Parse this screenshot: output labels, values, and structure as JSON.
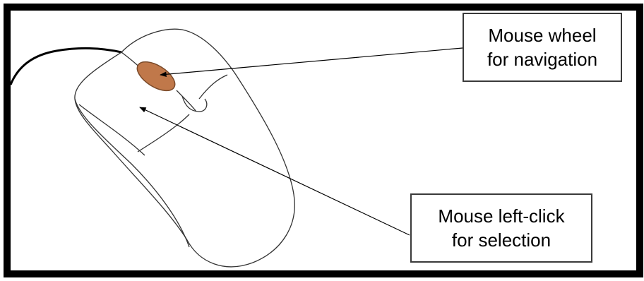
{
  "callouts": {
    "wheel": {
      "line1": "Mouse wheel",
      "line2": "for navigation"
    },
    "left_click": {
      "line1": "Mouse left-click",
      "line2": "for selection"
    }
  },
  "colors": {
    "frame": "#000000",
    "mouse_outline": "#333333",
    "wheel_fill": "#c0784a",
    "wheel_stroke": "#7a4a2a",
    "cable": "#000000",
    "leader_line": "#000000"
  },
  "icons": {
    "mouse": "computer-mouse-icon",
    "wheel": "scroll-wheel-icon"
  }
}
